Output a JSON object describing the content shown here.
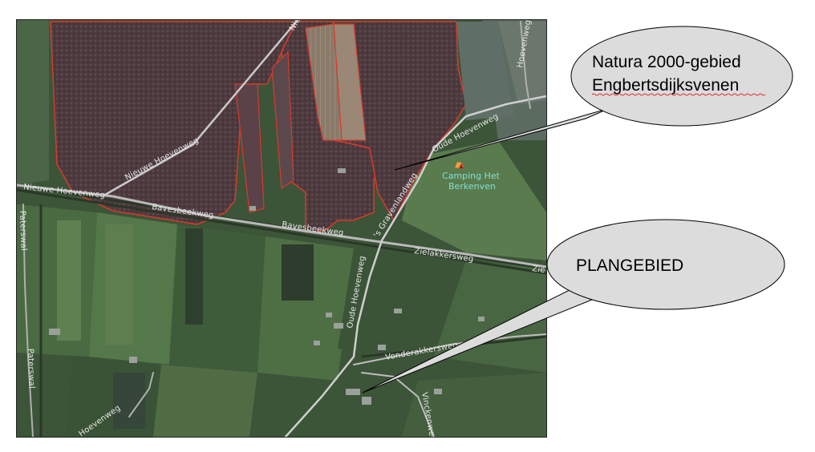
{
  "map": {
    "roads": {
      "nieuwe_hoevenweg_diag": "Nieuwe Hoevenweg",
      "nieuwe_hoevenweg_left": "Nieuwe Hoevenweg",
      "bavesbeekweg_1": "Bavesbeekweg",
      "bavesbeekweg_2": "Bavesbeekweg",
      "zielakkersweg": "Zielakkersweg",
      "zie_edge": "Zie",
      "oude_hoevenweg_top": "Oude Hoevenweg",
      "oude_hoevenweg_mid": "Oude Hoevenweg",
      "hoevenweg_right": "Hoevenweg",
      "gravenlandweg": "'s Gravenlandweg",
      "vonderakkersweg": "Vonderakkersweg",
      "vinckenweg": "Vinckenweg",
      "paterswal_top": "Paterswal",
      "paterswal_bottom": "Paterswal",
      "hoevenweg_bottom": "Hoevenweg",
      "nie_top": "Nie"
    },
    "poi": {
      "line1": "Camping Het",
      "line2": "Berkenven"
    }
  },
  "callouts": {
    "natura_line1": "Natura 2000-gebied",
    "natura_line2": "Engbertsdijksvenen",
    "plangebied": "PLANGEBIED"
  },
  "colors": {
    "boundary": "#d93a2b",
    "callout_fill": "#dcdcdc"
  }
}
